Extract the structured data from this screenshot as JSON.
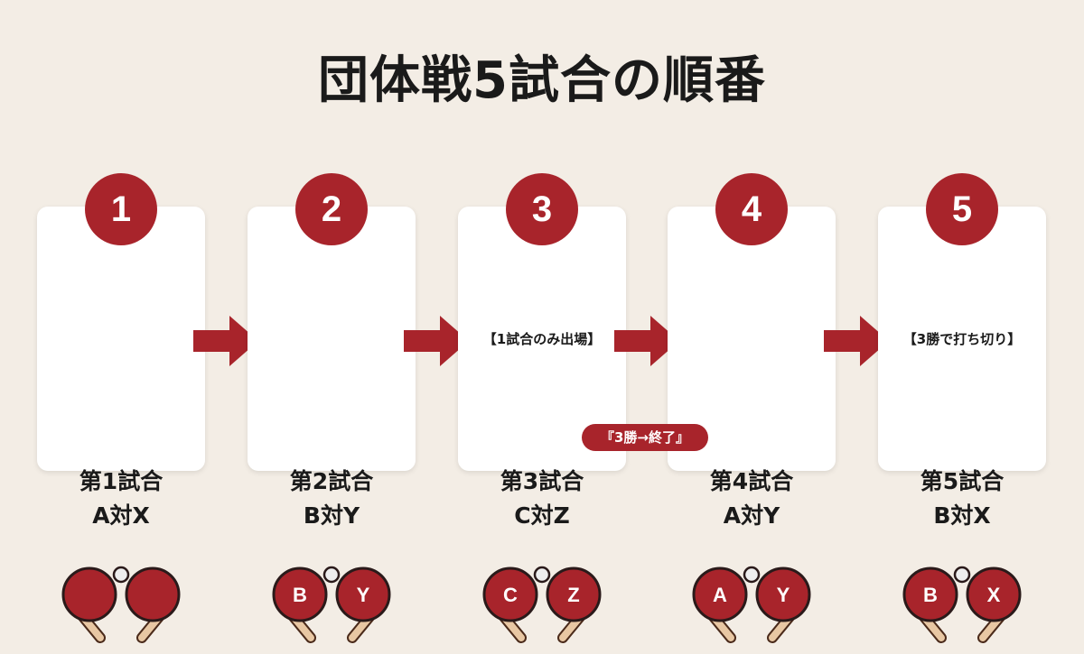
{
  "title": "団体戦5試合の順番",
  "colors": {
    "accent": "#a8242b",
    "background": "#f3ede5",
    "handle": "#e8c7a3"
  },
  "matches": [
    {
      "number": "1",
      "game": "第1試合",
      "pair": "A対X",
      "note": "",
      "left": "",
      "right": ""
    },
    {
      "number": "2",
      "game": "第2試合",
      "pair": "B対Y",
      "note": "",
      "left": "B",
      "right": "Y"
    },
    {
      "number": "3",
      "game": "第3試合",
      "pair": "C対Z",
      "note": "【1試合のみ出場】",
      "left": "C",
      "right": "Z"
    },
    {
      "number": "4",
      "game": "第4試合",
      "pair": "A対Y",
      "note": "",
      "left": "A",
      "right": "Y"
    },
    {
      "number": "5",
      "game": "第5試合",
      "pair": "B対X",
      "note": "【3勝で打ち切り】",
      "left": "B",
      "right": "X"
    }
  ],
  "finish_label": "『3勝→終了』",
  "icons": {
    "paddle": "ping-pong-paddle-icon",
    "ball": "ping-pong-ball-icon",
    "arrow": "arrow-right-icon"
  }
}
